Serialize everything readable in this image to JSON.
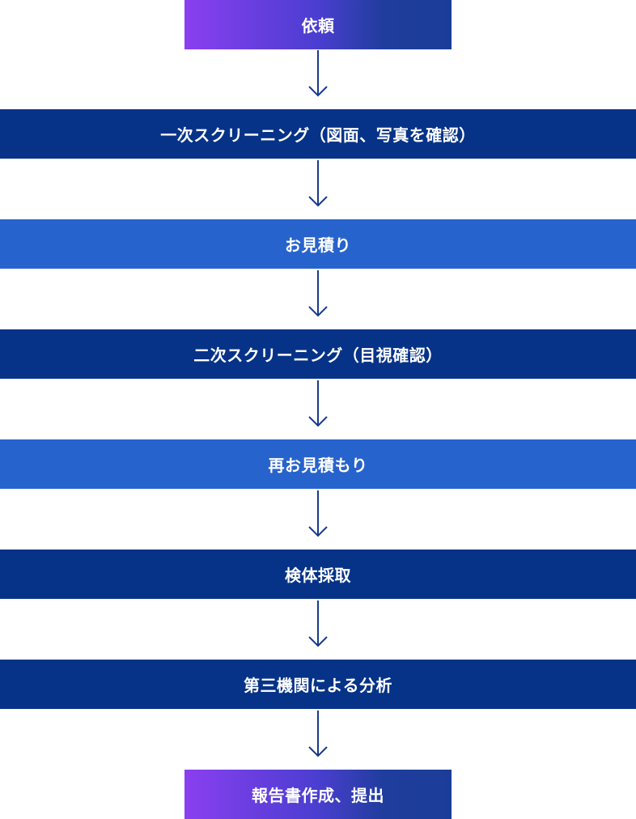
{
  "flow": {
    "steps": [
      {
        "label": "依頼",
        "style": "gradient"
      },
      {
        "label": "一次スクリーニング（図面、写真を確認）",
        "style": "dark"
      },
      {
        "label": "お見積り",
        "style": "light"
      },
      {
        "label": "二次スクリーニング（目視確認）",
        "style": "dark"
      },
      {
        "label": "再お見積もり",
        "style": "light"
      },
      {
        "label": "検体採取",
        "style": "dark"
      },
      {
        "label": "第三機関による分析",
        "style": "dark"
      },
      {
        "label": "報告書作成、提出",
        "style": "gradient"
      }
    ]
  },
  "colors": {
    "dark": "#063388",
    "light": "#2763cd",
    "gradient_start": "#8a3ff0",
    "gradient_end": "#1b3d99",
    "arrow": "#163a8c"
  }
}
